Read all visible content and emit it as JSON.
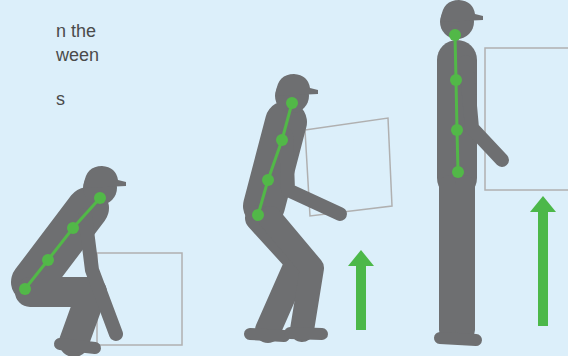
{
  "diagram": {
    "labels": [
      "n the",
      "ween",
      "s"
    ]
  }
}
